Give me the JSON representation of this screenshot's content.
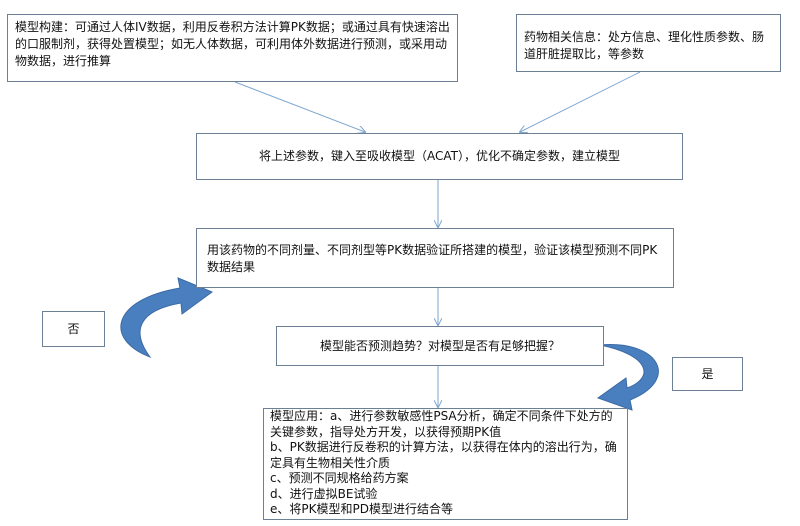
{
  "model_build": "模型构建：可通过人体IV数据，利用反卷积方法计算PK数据；或通过具有快速溶出的口服制剂，获得处置模型；如无人体数据，可利用体外数据进行预测，或采用动物数据，进行推算",
  "drug_info": "药物相关信息：处方信息、理化性质参数、肠道肝脏提取比，等参数",
  "input_step": "将上述参数，键入至吸收模型（ACAT），优化不确定参数，建立模型",
  "validate_step": "用该药物的不同剂量、不同剂型等PK数据验证所搭建的模型，验证该模型预测不同PK数据结果",
  "decision": "模型能否预测趋势？对模型是否有足够把握？",
  "no_label": "否",
  "yes_label": "是",
  "application": [
    "模型应用：a、进行参数敏感性PSA分析，确定不同条件下处方的关键参数，指导处方开发，以获得预期PK值",
    "b、PK数据进行反卷积的计算方法，以获得在体内的溶出行为，确定具有生物相关性介质",
    "c、预测不同规格给药方案",
    "d、进行虚拟BE试验",
    "e、将PK模型和PD模型进行结合等"
  ]
}
